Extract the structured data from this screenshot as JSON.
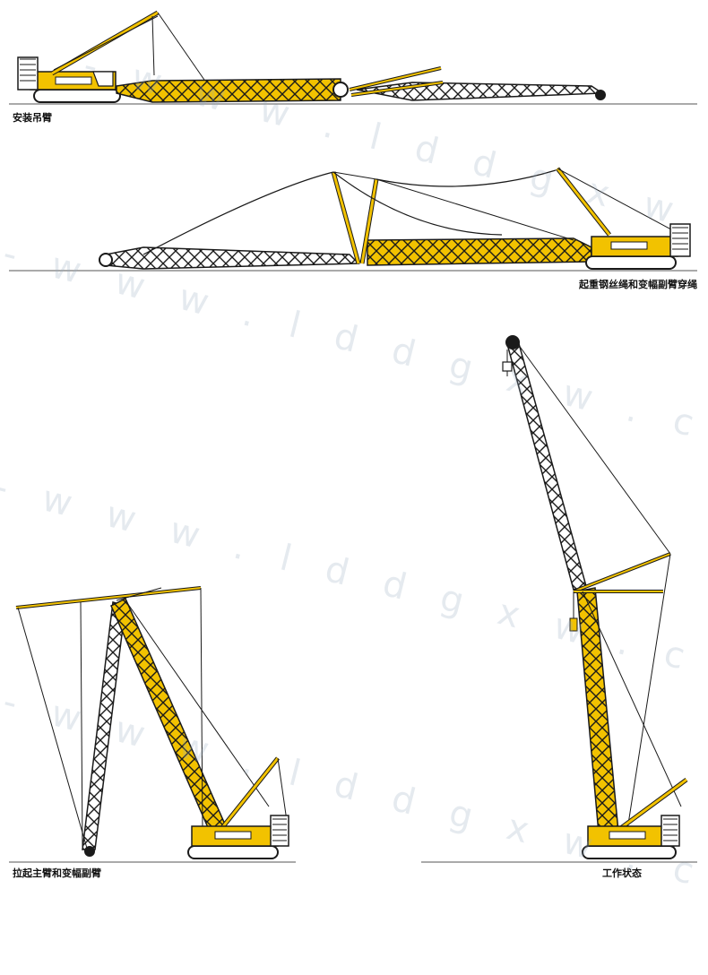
{
  "captions": {
    "stage1": "安装吊臂",
    "stage2": "起重钢丝绳和变幅副臂穿绳",
    "stage3": "拉起主臂和变幅副臂",
    "stage4": "工作状态"
  },
  "watermark": "-  w w w . l d d g x w . c o m  -  -  -  -",
  "colors": {
    "crane_yellow": "#f2c200",
    "outline": "#1a1a1a",
    "ground": "#555555"
  }
}
